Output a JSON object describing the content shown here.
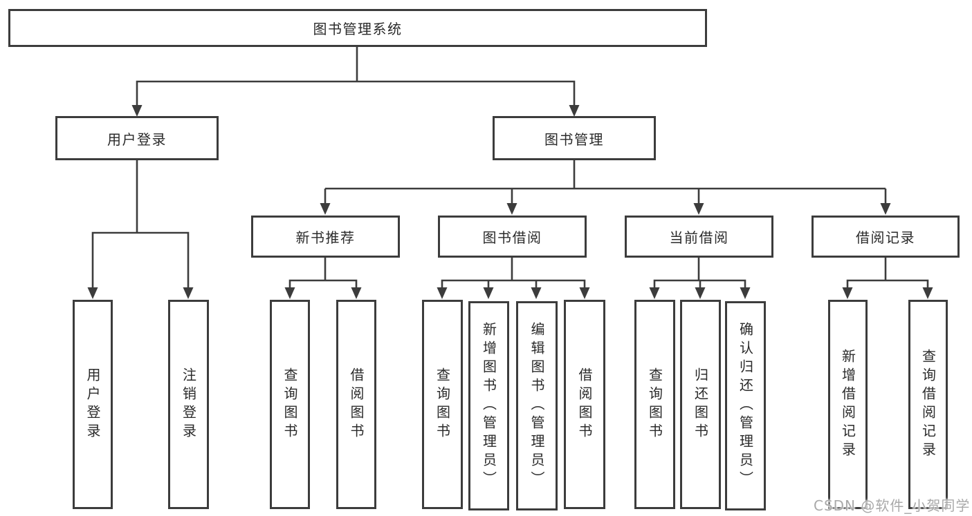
{
  "watermark": "CSDN @软件_小贺同学",
  "tree": {
    "root": "图书管理系统",
    "login_branch": {
      "label": "用户登录",
      "children": [
        "用户登录",
        "注销登录"
      ]
    },
    "mgmt_branch": {
      "label": "图书管理",
      "sections": [
        {
          "label": "新书推荐",
          "children": [
            "查询图书",
            "借阅图书"
          ]
        },
        {
          "label": "图书借阅",
          "children": [
            "查询图书",
            "新增图书（管理员）",
            "编辑图书（管理员）",
            "借阅图书"
          ]
        },
        {
          "label": "当前借阅",
          "children": [
            "查询图书",
            "归还图书",
            "确认归还（管理员）"
          ]
        },
        {
          "label": "借阅记录",
          "children": [
            "新增借阅记录",
            "查询借阅记录"
          ]
        }
      ]
    }
  }
}
